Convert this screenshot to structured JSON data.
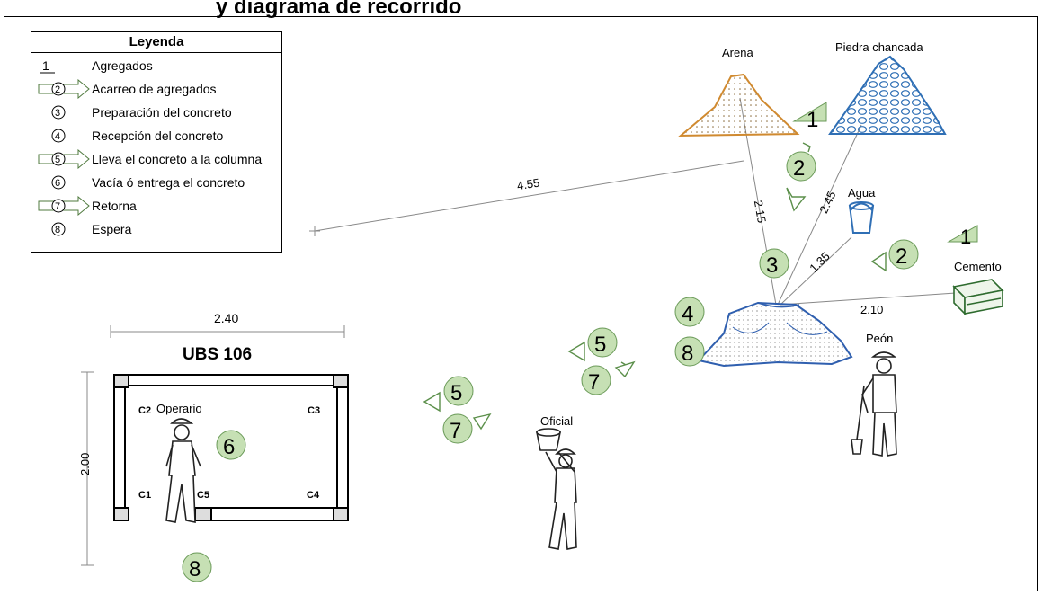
{
  "header": {
    "title": "y diagrama de recorrido"
  },
  "legend": {
    "title": "Leyenda",
    "items": [
      {
        "num": "1",
        "label": "Agregados"
      },
      {
        "num": "2",
        "label": "Acarreo de agregados"
      },
      {
        "num": "3",
        "label": "Preparación del concreto"
      },
      {
        "num": "4",
        "label": "Recepción del concreto"
      },
      {
        "num": "5",
        "label": "Lleva el concreto a la columna"
      },
      {
        "num": "6",
        "label": "Vacía ó entrega el concreto"
      },
      {
        "num": "7",
        "label": "Retorna"
      },
      {
        "num": "8",
        "label": "Espera"
      }
    ]
  },
  "materials": {
    "arena": "Arena",
    "piedra": "Piedra chancada",
    "agua": "Agua",
    "cemento": "Cemento"
  },
  "workers": {
    "operario": "Operario",
    "oficial": "Oficial",
    "peon": "Peón"
  },
  "distances": {
    "d455": "4.55",
    "d215": "2.15",
    "d245": "2.45",
    "d135": "1.35",
    "d210": "2.10",
    "d240": "2.40",
    "d200": "2.00"
  },
  "structure": {
    "title": "UBS 106",
    "columns": [
      "C1",
      "C2",
      "C3",
      "C4",
      "C5"
    ]
  },
  "markers": {
    "n1": "1",
    "n2": "2",
    "n3": "3",
    "n4": "4",
    "n5": "5",
    "n6": "6",
    "n7": "7",
    "n8": "8"
  },
  "colors": {
    "circle_fill": "#c6e0b4",
    "arena": "#d08a30",
    "piedra": "#2f6fb5",
    "mix": "#2f5faf",
    "dimension": "#777777"
  }
}
